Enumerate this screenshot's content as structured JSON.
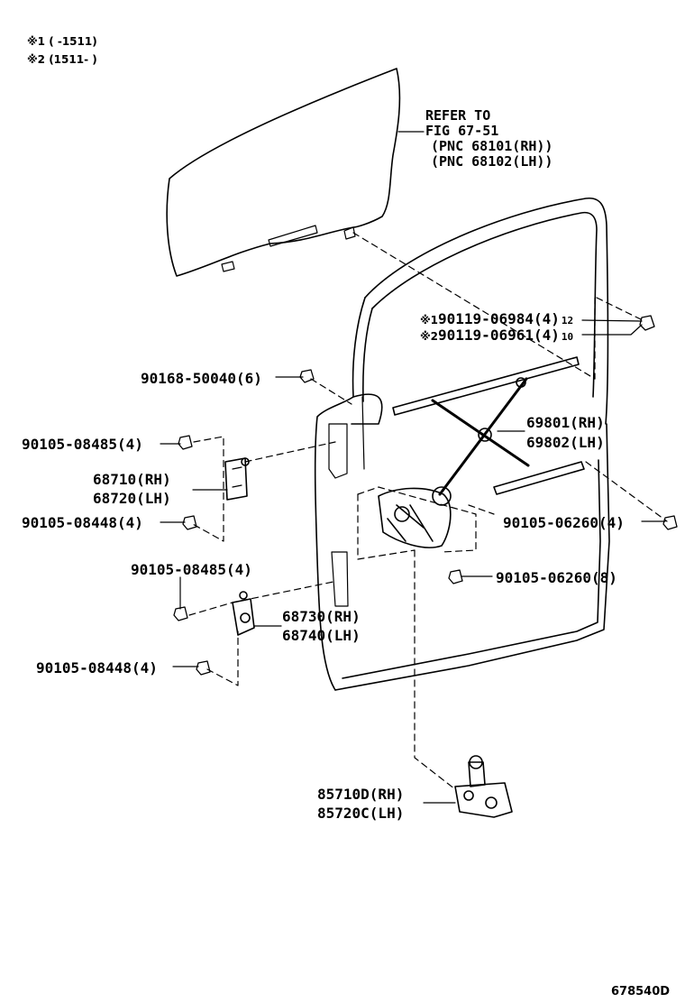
{
  "notes": [
    "※1 (        -1511)",
    "※2 (1511-        )"
  ],
  "reference": [
    "REFER TO",
    "FIG 67-51",
    "(PNC 68101(RH))",
    "(PNC 68102(LH))"
  ],
  "parts": {
    "bolt_90119_06984": {
      "marker": "※1",
      "number": "90119-06984(4)",
      "size": "12"
    },
    "bolt_90119_06961": {
      "marker": "※2",
      "number": "90119-06961(4)",
      "size": "10"
    },
    "bolt_90168_50040": "90168-50040(6)",
    "regulator": [
      "69801(RH)",
      "69802(LH)"
    ],
    "bolt_90105_08485_upper": "90105-08485(4)",
    "upper_hinge": [
      "68710(RH)",
      "68720(LH)"
    ],
    "bolt_90105_08448_upper": "90105-08448(4)",
    "bolt_90105_06260_right": "90105-06260(4)",
    "bolt_90105_06260_motor": "90105-06260(8)",
    "bolt_90105_08485_lower": "90105-08485(4)",
    "lower_hinge": [
      "68730(RH)",
      "68740(LH)"
    ],
    "bolt_90105_08448_lower": "90105-08448(4)",
    "motor": [
      "85710D(RH)",
      "85720C(LH)"
    ]
  },
  "figure_id": "678540D"
}
